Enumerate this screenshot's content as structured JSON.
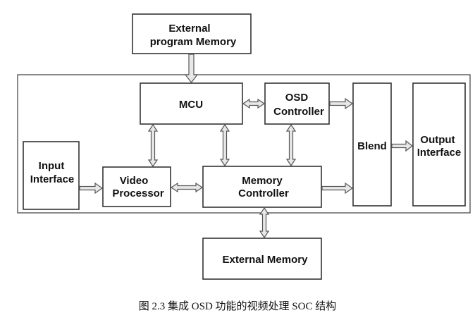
{
  "blocks": {
    "ext_program_memory": {
      "line1": "External",
      "line2": "program Memory"
    },
    "mcu": {
      "label": "MCU"
    },
    "osd_controller": {
      "line1": "OSD",
      "line2": "Controller"
    },
    "blend": {
      "label": "Blend"
    },
    "output_interface": {
      "line1": "Output",
      "line2": "Interface"
    },
    "input_interface": {
      "line1": "Input",
      "line2": "Interface"
    },
    "video_processor": {
      "line1": "Video",
      "line2": "Processor"
    },
    "memory_controller": {
      "line1": "Memory",
      "line2": "Controller"
    },
    "external_memory": {
      "label": "External Memory"
    }
  },
  "caption": "图 2.3  集成 OSD 功能的视频处理 SOC 结构"
}
